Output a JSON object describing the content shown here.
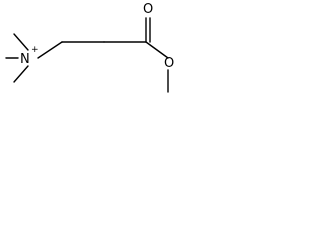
{
  "molecule": {
    "atoms": {
      "nitrogen": "N",
      "nitrogen_charge": "+",
      "carbonyl_oxygen": "O",
      "ester_oxygen": "O"
    },
    "colors": {
      "bond": "#000000",
      "text": "#000000",
      "background": "#ffffff"
    }
  }
}
